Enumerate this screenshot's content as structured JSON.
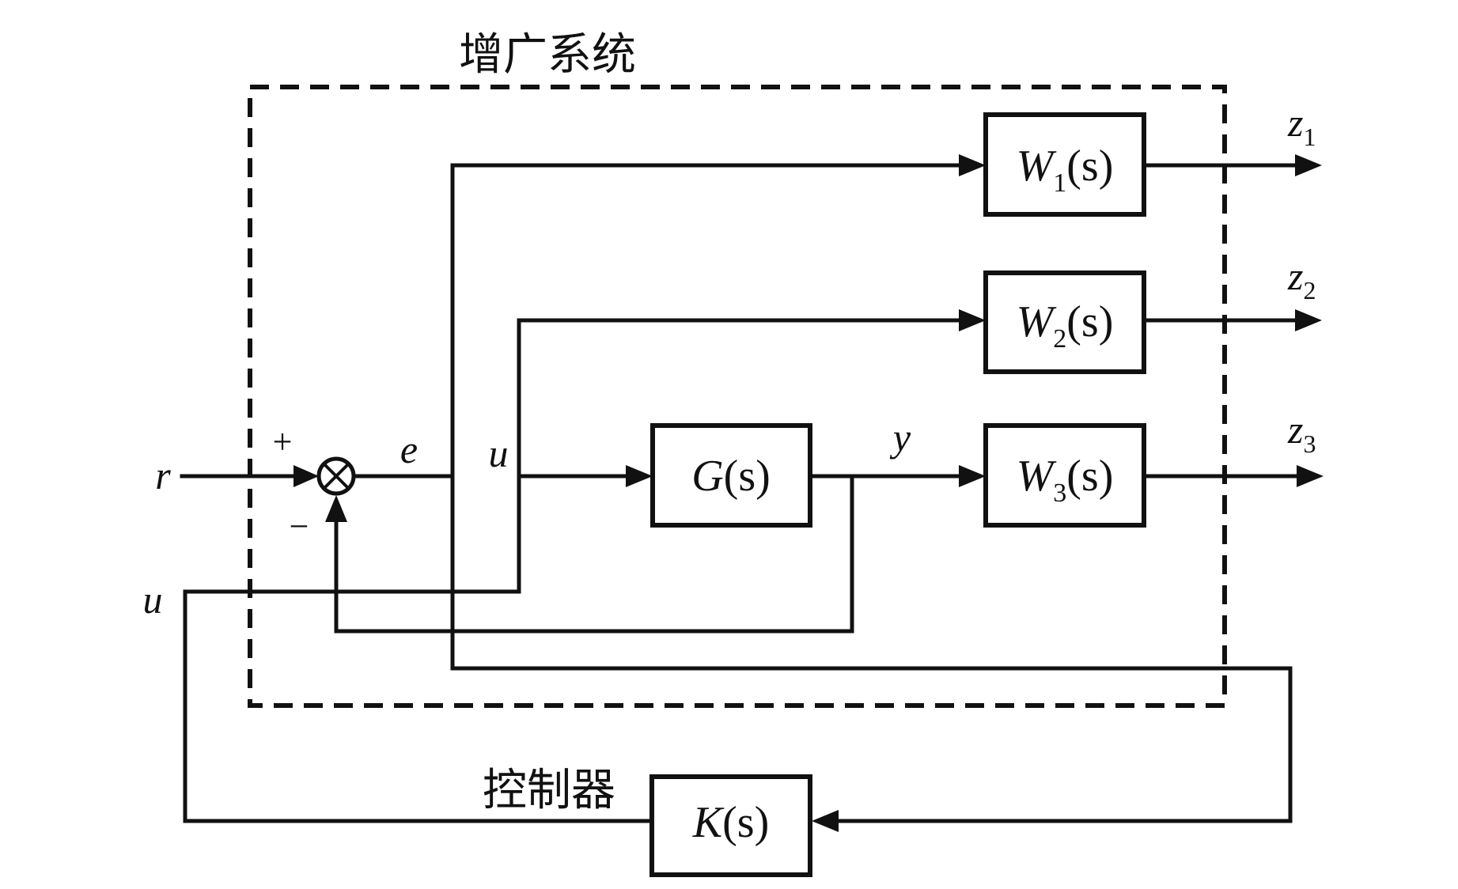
{
  "titles": {
    "augmented_system": "增广系统",
    "controller": "控制器"
  },
  "blocks": {
    "w1": {
      "name": "W",
      "sub": "1",
      "arg": "(s)"
    },
    "w2": {
      "name": "W",
      "sub": "2",
      "arg": "(s)"
    },
    "w3": {
      "name": "W",
      "sub": "3",
      "arg": "(s)"
    },
    "g": {
      "name": "G",
      "arg": "(s)"
    },
    "k": {
      "name": "K",
      "arg": "(s)"
    }
  },
  "signals": {
    "r": "r",
    "e": "e",
    "u_inner": "u",
    "u_outer": "u",
    "y": "y",
    "z1": {
      "name": "z",
      "sub": "1"
    },
    "z2": {
      "name": "z",
      "sub": "2"
    },
    "z3": {
      "name": "z",
      "sub": "3"
    }
  },
  "summing_junction": {
    "plus": "+",
    "minus": "−"
  }
}
